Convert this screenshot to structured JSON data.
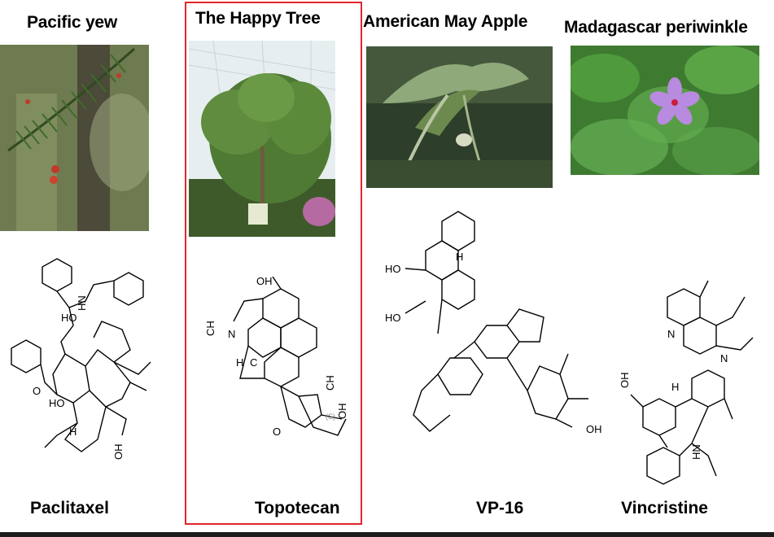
{
  "columns": [
    {
      "plant": "Pacific yew",
      "drug": "Paclitaxel"
    },
    {
      "plant": "The Happy Tree",
      "drug": "Topotecan",
      "highlighted": true
    },
    {
      "plant": "American May Apple",
      "drug": "VP-16"
    },
    {
      "plant": "Madagascar periwinkle",
      "drug": "Vincristine"
    }
  ],
  "structure_labels": {
    "paclitaxel": {
      "ho": "HO",
      "hn": "HN",
      "o": "O",
      "ho2": "HO",
      "h": "H",
      "oh": "OH"
    },
    "topotecan": {
      "oh": "OH",
      "ch3": "CH",
      "n": "N",
      "h3c": "H",
      "c": "C",
      "s": "(S)",
      "ch3b": "CH",
      "oh2": "OH",
      "o": "O"
    },
    "vp16": {
      "ho": "HO",
      "ho2": "HO",
      "h": "H",
      "oh": "OH"
    },
    "vincristine": {
      "n": "N",
      "oh": "OH",
      "h": "H",
      "hn": "HN",
      "n2": "N"
    }
  },
  "colors": {
    "highlight": "#e0262d",
    "bottom_bar": "#1c1c1c"
  }
}
